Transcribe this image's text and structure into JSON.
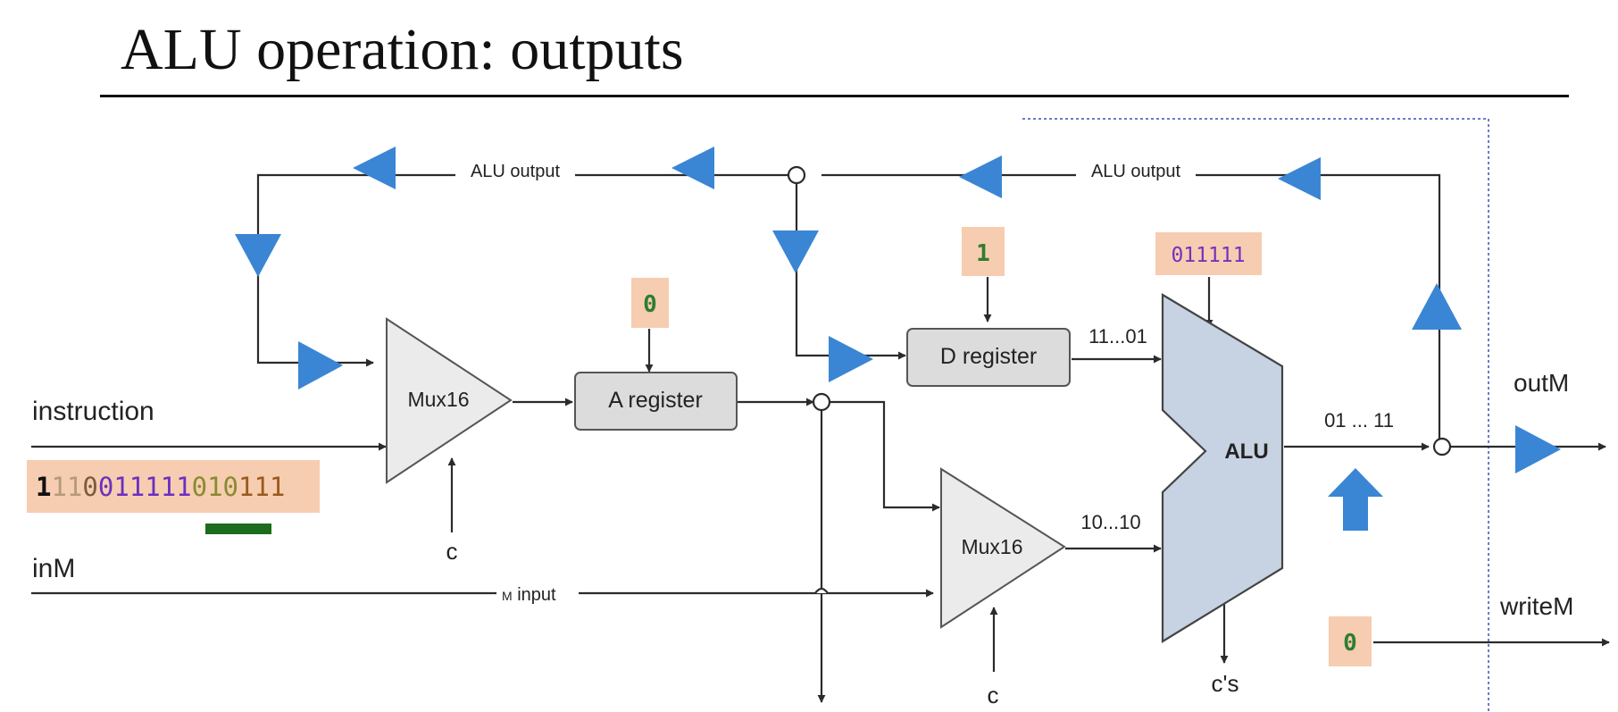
{
  "title": "ALU operation: outputs",
  "labels": {
    "alu_output_left": "ALU output",
    "alu_output_right": "ALU output",
    "instruction": "instruction",
    "in_m": "inM",
    "m_input_small": "M",
    "m_input": " input",
    "out_m": "outM",
    "write_m": "writeM",
    "c_mux1": "c",
    "c_mux2": "c",
    "c_alu": "c's",
    "d_to_alu": "11...01",
    "mux2_to_alu": "10...10",
    "alu_out": "01 ... 11"
  },
  "components": {
    "mux1": "Mux16",
    "mux2": "Mux16",
    "a_register": "A register",
    "d_register": "D register",
    "alu": "ALU"
  },
  "control_bits": {
    "a_load": "0",
    "d_load": "1",
    "alu_control": "011111",
    "write_m": "0"
  },
  "instruction_bits": {
    "b0": "1",
    "b1": "11",
    "b2": "0",
    "b3": "011111",
    "b4": "010",
    "b5": "111"
  },
  "colors": {
    "accent_blue": "#3a86d4",
    "control_highlight": "#f6cdb0",
    "control_digit": "#2e7d32",
    "alu_bits": "#7a2fbf",
    "highlight_bar": "#1d6b1d",
    "chip_gray": "#dedede",
    "alu_fill": "#c7d2e3"
  }
}
